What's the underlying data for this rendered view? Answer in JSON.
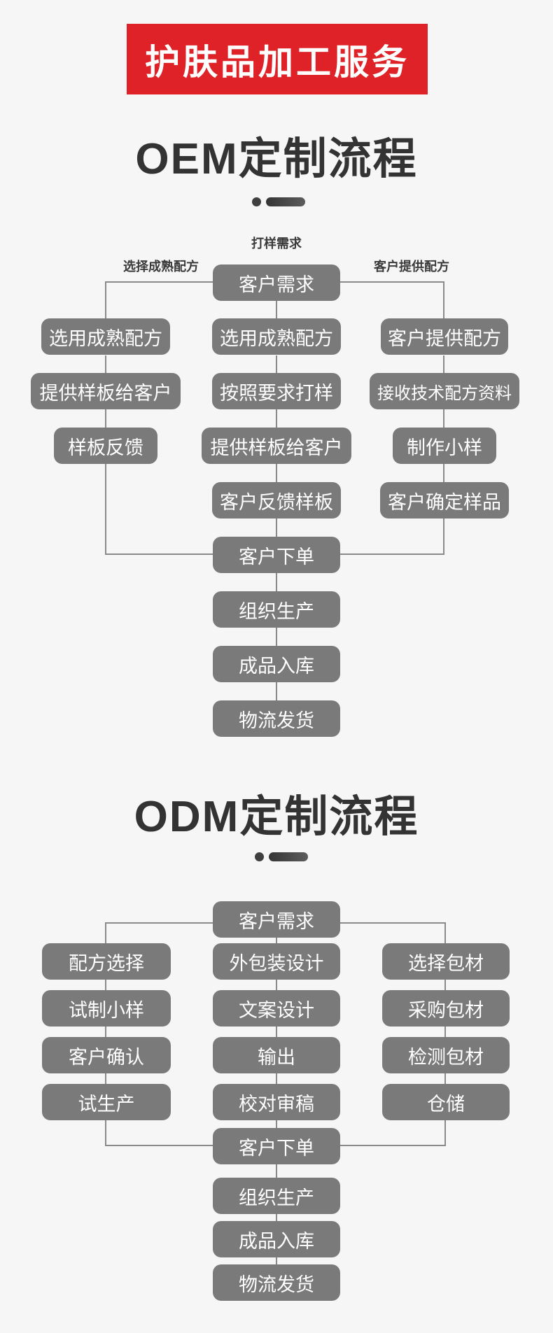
{
  "banner": {
    "title": "护肤品加工服务"
  },
  "sections": [
    {
      "title": "OEM定制流程",
      "top_label": "打样需求",
      "left_branch_label": "选择成熟配方",
      "right_branch_label": "客户提供配方",
      "root_label": "客户需求",
      "columns": {
        "left": [
          "选用成熟配方",
          "提供样板给客户",
          "样板反馈"
        ],
        "center": [
          "选用成熟配方",
          "按照要求打样",
          "提供样板给客户",
          "客户反馈样板"
        ],
        "right": [
          "客户提供配方",
          "接收技术配方资料",
          "制作小样",
          "客户确定样品"
        ]
      },
      "tail": [
        "客户下单",
        "组织生产",
        "成品入库",
        "物流发货"
      ]
    },
    {
      "title": "ODM定制流程",
      "root_label": "客户需求",
      "columns": {
        "left": [
          "配方选择",
          "试制小样",
          "客户确认",
          "试生产"
        ],
        "center": [
          "外包装设计",
          "文案设计",
          "输出",
          "校对审稿"
        ],
        "right": [
          "选择包材",
          "采购包材",
          "检测包材",
          "仓储"
        ]
      },
      "tail": [
        "客户下单",
        "组织生产",
        "成品入库",
        "物流发货"
      ]
    }
  ],
  "colors": {
    "background": "#f6f6f6",
    "banner_bg": "#de2227",
    "banner_text": "#ffffff",
    "node_bg": "#7a7a7a",
    "node_text": "#ffffff",
    "line": "#8a8a8a",
    "title_text": "#333333",
    "label_text": "#3a3a3a"
  }
}
